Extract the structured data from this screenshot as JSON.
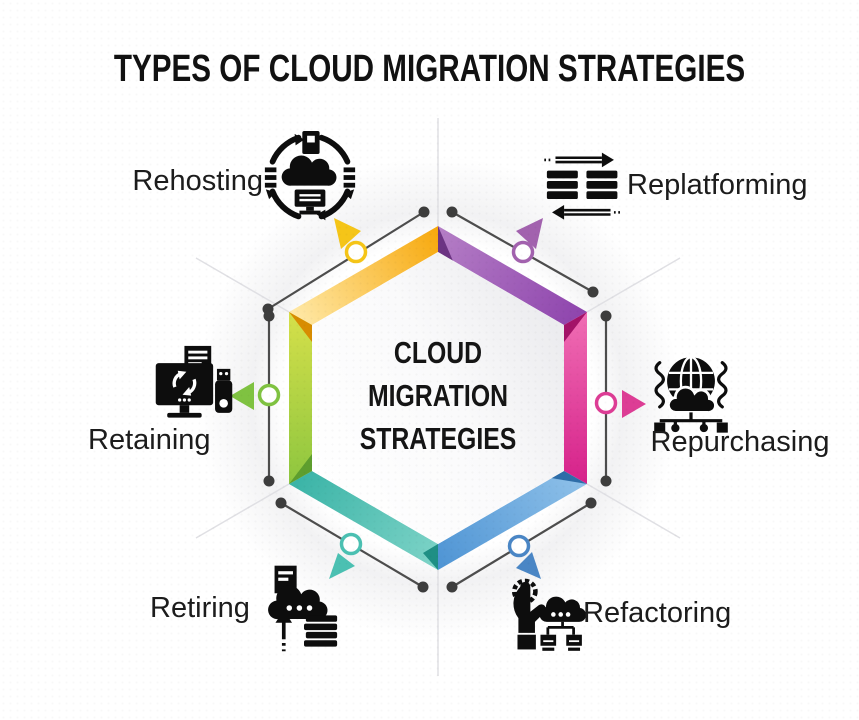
{
  "title": "TYPES OF CLOUD MIGRATION STRATEGIES",
  "center": {
    "line1": "CLOUD",
    "line2": "MIGRATION",
    "line3": "STRATEGIES"
  },
  "strategies": [
    {
      "label": "Rehosting",
      "icon": "cloud-migration-cycle-icon",
      "color_light": "#FFE9A8",
      "color": "#F7A80B",
      "color_dark": "#D88C00",
      "accent": "#F5C518"
    },
    {
      "label": "Replatforming",
      "icon": "server-transfer-arrows-icon",
      "color_light": "#B57FC6",
      "color": "#8E44AD",
      "color_dark": "#6C3483",
      "accent": "#A262AE"
    },
    {
      "label": "Repurchasing",
      "icon": "globe-cloud-network-icon",
      "color_light": "#F06EB4",
      "color": "#D6218A",
      "color_dark": "#A31368",
      "accent": "#DD3D95"
    },
    {
      "label": "Refactoring",
      "icon": "hand-gear-cloud-icon",
      "color_light": "#8FC1E9",
      "color": "#4E94D4",
      "color_dark": "#2E6DA8",
      "accent": "#4A86C5"
    },
    {
      "label": "Retiring",
      "icon": "cloud-upload-archive-icon",
      "color_light": "#7FD4C8",
      "color": "#39B3A6",
      "color_dark": "#1F8F84",
      "accent": "#4BC0B2"
    },
    {
      "label": "Retaining",
      "icon": "monitor-sync-usb-icon",
      "color_light": "#D6E04A",
      "color": "#8DC63F",
      "color_dark": "#5E9E2E",
      "accent": "#7FC241"
    }
  ],
  "line_color": "#4d4d4d",
  "dot_color": "#3d3d3d"
}
